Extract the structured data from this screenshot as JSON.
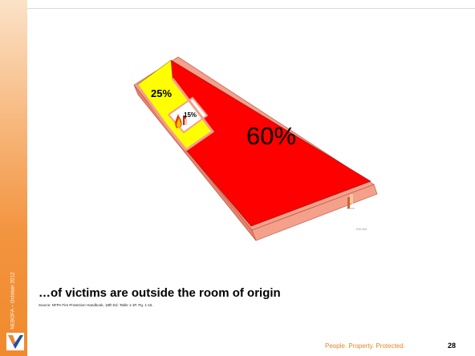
{
  "diagram": {
    "room_of_origin_label": "15%",
    "adjacent_area_label": "25%",
    "outside_area_label": "60%",
    "door_label": "Fire exit",
    "colors": {
      "room_of_origin": "#ffffff",
      "adjacent_area": "#ffff00",
      "outside_area": "#ff0000",
      "walls": "#f4a08a"
    }
  },
  "caption": {
    "title": "…of victims are outside the room of origin",
    "source": "Source: NFPA Fire Protection Handbook, 18th Ed. Table 1-1P.  Pg. 1-15."
  },
  "sidebar": {
    "vertical_text": "NEBOFA – October 2012",
    "logo_icon": "checkmark-logo-icon"
  },
  "footer": {
    "tagline": "People.  Property.  Protected.",
    "page_number": "28"
  },
  "theme": {
    "accent": "#f08a2c"
  }
}
